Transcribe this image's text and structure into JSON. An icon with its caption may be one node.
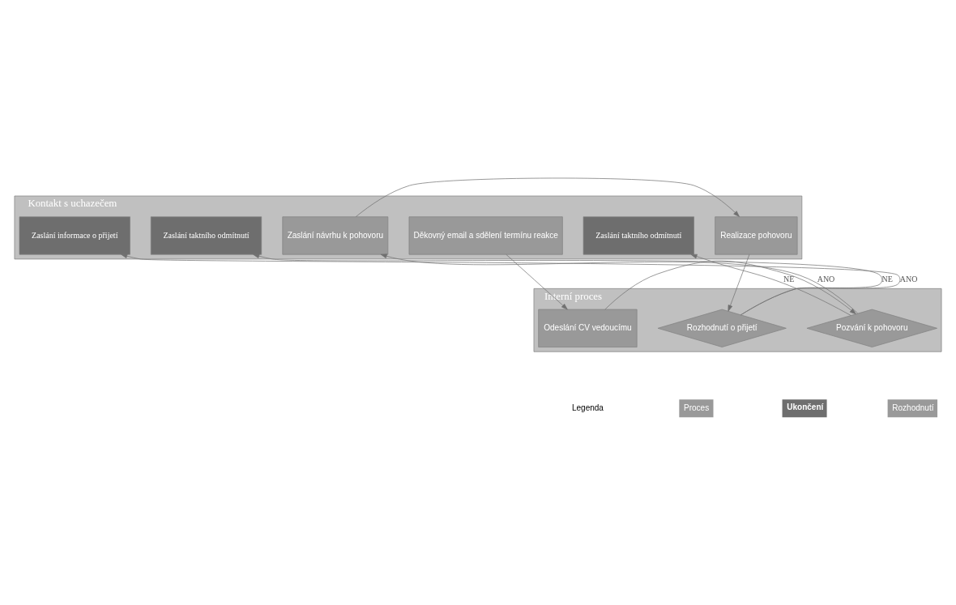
{
  "diagram": {
    "nodes": [
      {
        "text": [
          "Kontakt s uchazečem"
        ]
      },
      {
        "text": [
          "Interní proces"
        ]
      },
      {
        "text": [
          "Děkovný email a sdělení termínu reakce"
        ],
        "in": 0
      },
      {
        "text": [
          "Zaslání taktního odmítnutí"
        ],
        "in": 0
      },
      {
        "text": [
          "Zaslání návrhu k pohovoru"
        ],
        "in": 0
      },
      {
        "text": [
          "Realizace pohovoru"
        ],
        "in": 0
      },
      {
        "text": [
          "Zaslání taktního odmítnutí"
        ],
        "in": 0
      },
      {
        "text": [
          "Zaslání informace o přijetí"
        ],
        "in": 0
      },
      {
        "text": [
          "Odeslání CV vedoucímu"
        ],
        "in": 1
      },
      {
        "text": [
          "Pozvání k pohovoru"
        ],
        "in": 1
      },
      {
        "text": [
          "Rozhodnutí o přijetí"
        ],
        "in": 1
      }
    ],
    "edges": [
      {
        "from": 2,
        "to": 8,
        "arrow": "to"
      },
      {
        "from": 8,
        "to": 9,
        "arrow": "to"
      },
      {
        "from": 9,
        "to": 3,
        "arrow": "to",
        "label": "NE"
      },
      {
        "from": 9,
        "to": 4,
        "arrow": "to",
        "label": "ANO"
      },
      {
        "from": 4,
        "to": 5,
        "arrow": "to"
      },
      {
        "from": 5,
        "to": 10,
        "arrow": "to"
      },
      {
        "from": 10,
        "to": 6,
        "arrow": "to",
        "label": "NE"
      },
      {
        "from": 10,
        "to": 7,
        "arrow": "to",
        "label": "ANO"
      }
    ],
    "labels": [
      "Legenda"
    ],
    "legend": [
      {
        "text": "Proces",
        "color": "#999999"
      },
      {
        "text": "Ukončení",
        "color": "#6e6e6e"
      },
      {
        "text": "Rozhodnutí",
        "color": "#999999"
      }
    ]
  }
}
